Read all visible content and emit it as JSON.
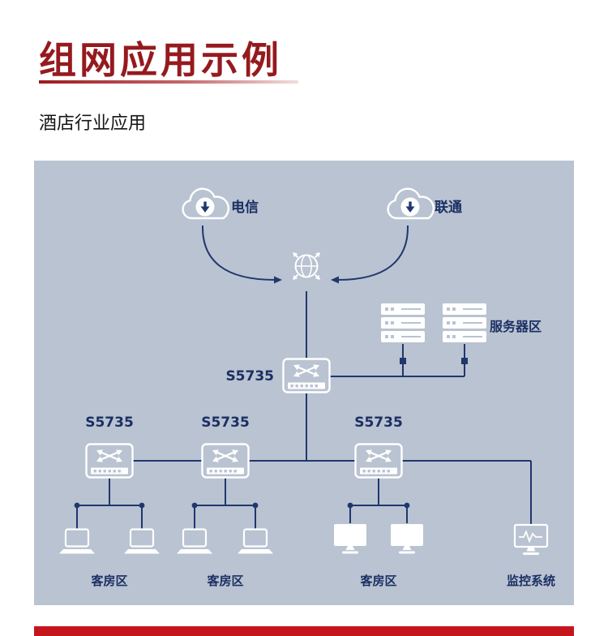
{
  "page": {
    "title": "组网应用示例",
    "subtitle": "酒店行业应用"
  },
  "diagram": {
    "isp_clouds": [
      {
        "label": "电信"
      },
      {
        "label": "联通"
      }
    ],
    "core_switch": {
      "model": "S5735"
    },
    "server_area": {
      "label": "服务器区"
    },
    "access_switches": [
      {
        "model": "S5735",
        "zone_label": "客房区"
      },
      {
        "model": "S5735",
        "zone_label": "客房区"
      },
      {
        "model": "S5735",
        "zone_label": "客房区"
      }
    ],
    "monitoring": {
      "label": "监控系统"
    },
    "colors": {
      "panel_bg": "#b9c3d1",
      "wire": "#20376e",
      "label_text": "#1b2f63",
      "icon": "#ffffff",
      "title_red": "#951a1e",
      "accent_bar_red": "#c4161c"
    }
  }
}
